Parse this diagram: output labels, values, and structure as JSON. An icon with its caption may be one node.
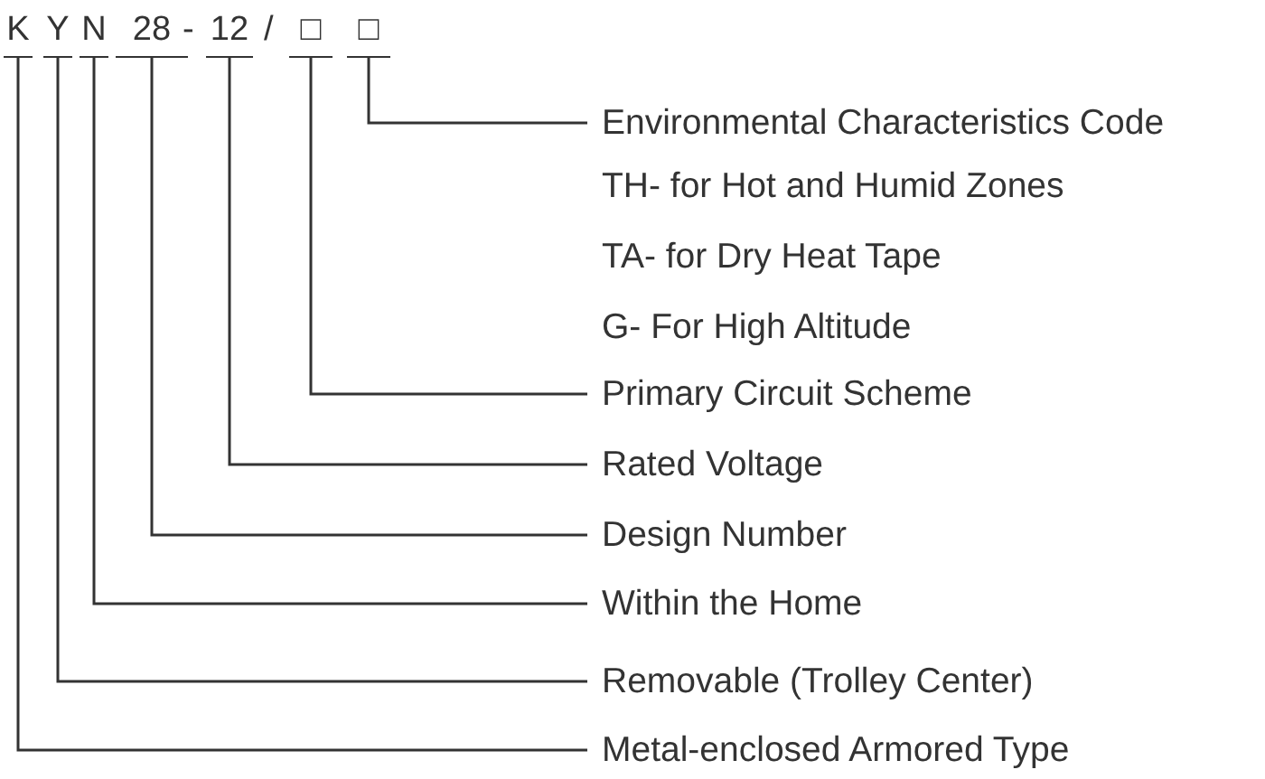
{
  "diagram": {
    "nodes": [
      {
        "text": [
          "K"
        ]
      },
      {
        "text": [
          "Y"
        ]
      },
      {
        "text": [
          "N"
        ]
      },
      {
        "text": [
          "28"
        ]
      },
      {
        "text": [
          "12"
        ]
      },
      {
        "text": [
          "□"
        ]
      },
      {
        "text": [
          "□"
        ]
      },
      {
        "text": [
          "Environmental Characteristics Code"
        ]
      },
      {
        "text": [
          "Primary Circuit Scheme"
        ]
      },
      {
        "text": [
          "Rated Voltage"
        ]
      },
      {
        "text": [
          "Design Number"
        ]
      },
      {
        "text": [
          "Within the Home"
        ]
      },
      {
        "text": [
          "Removable (Trolley Center)"
        ]
      },
      {
        "text": [
          "Metal-enclosed Armored Type"
        ]
      }
    ],
    "edges": [
      {
        "from": 0,
        "to": 13,
        "arrow": "none"
      },
      {
        "from": 1,
        "to": 12,
        "arrow": "none"
      },
      {
        "from": 2,
        "to": 11,
        "arrow": "none"
      },
      {
        "from": 3,
        "to": 10,
        "arrow": "none"
      },
      {
        "from": 4,
        "to": 9,
        "arrow": "none"
      },
      {
        "from": 5,
        "to": 8,
        "arrow": "none"
      },
      {
        "from": 6,
        "to": 7,
        "arrow": "none"
      }
    ],
    "labels": [
      "-",
      "/",
      "TH- for Hot and Humid Zones",
      "TA- for Dry Heat Tape",
      "G- For High Altitude"
    ]
  }
}
